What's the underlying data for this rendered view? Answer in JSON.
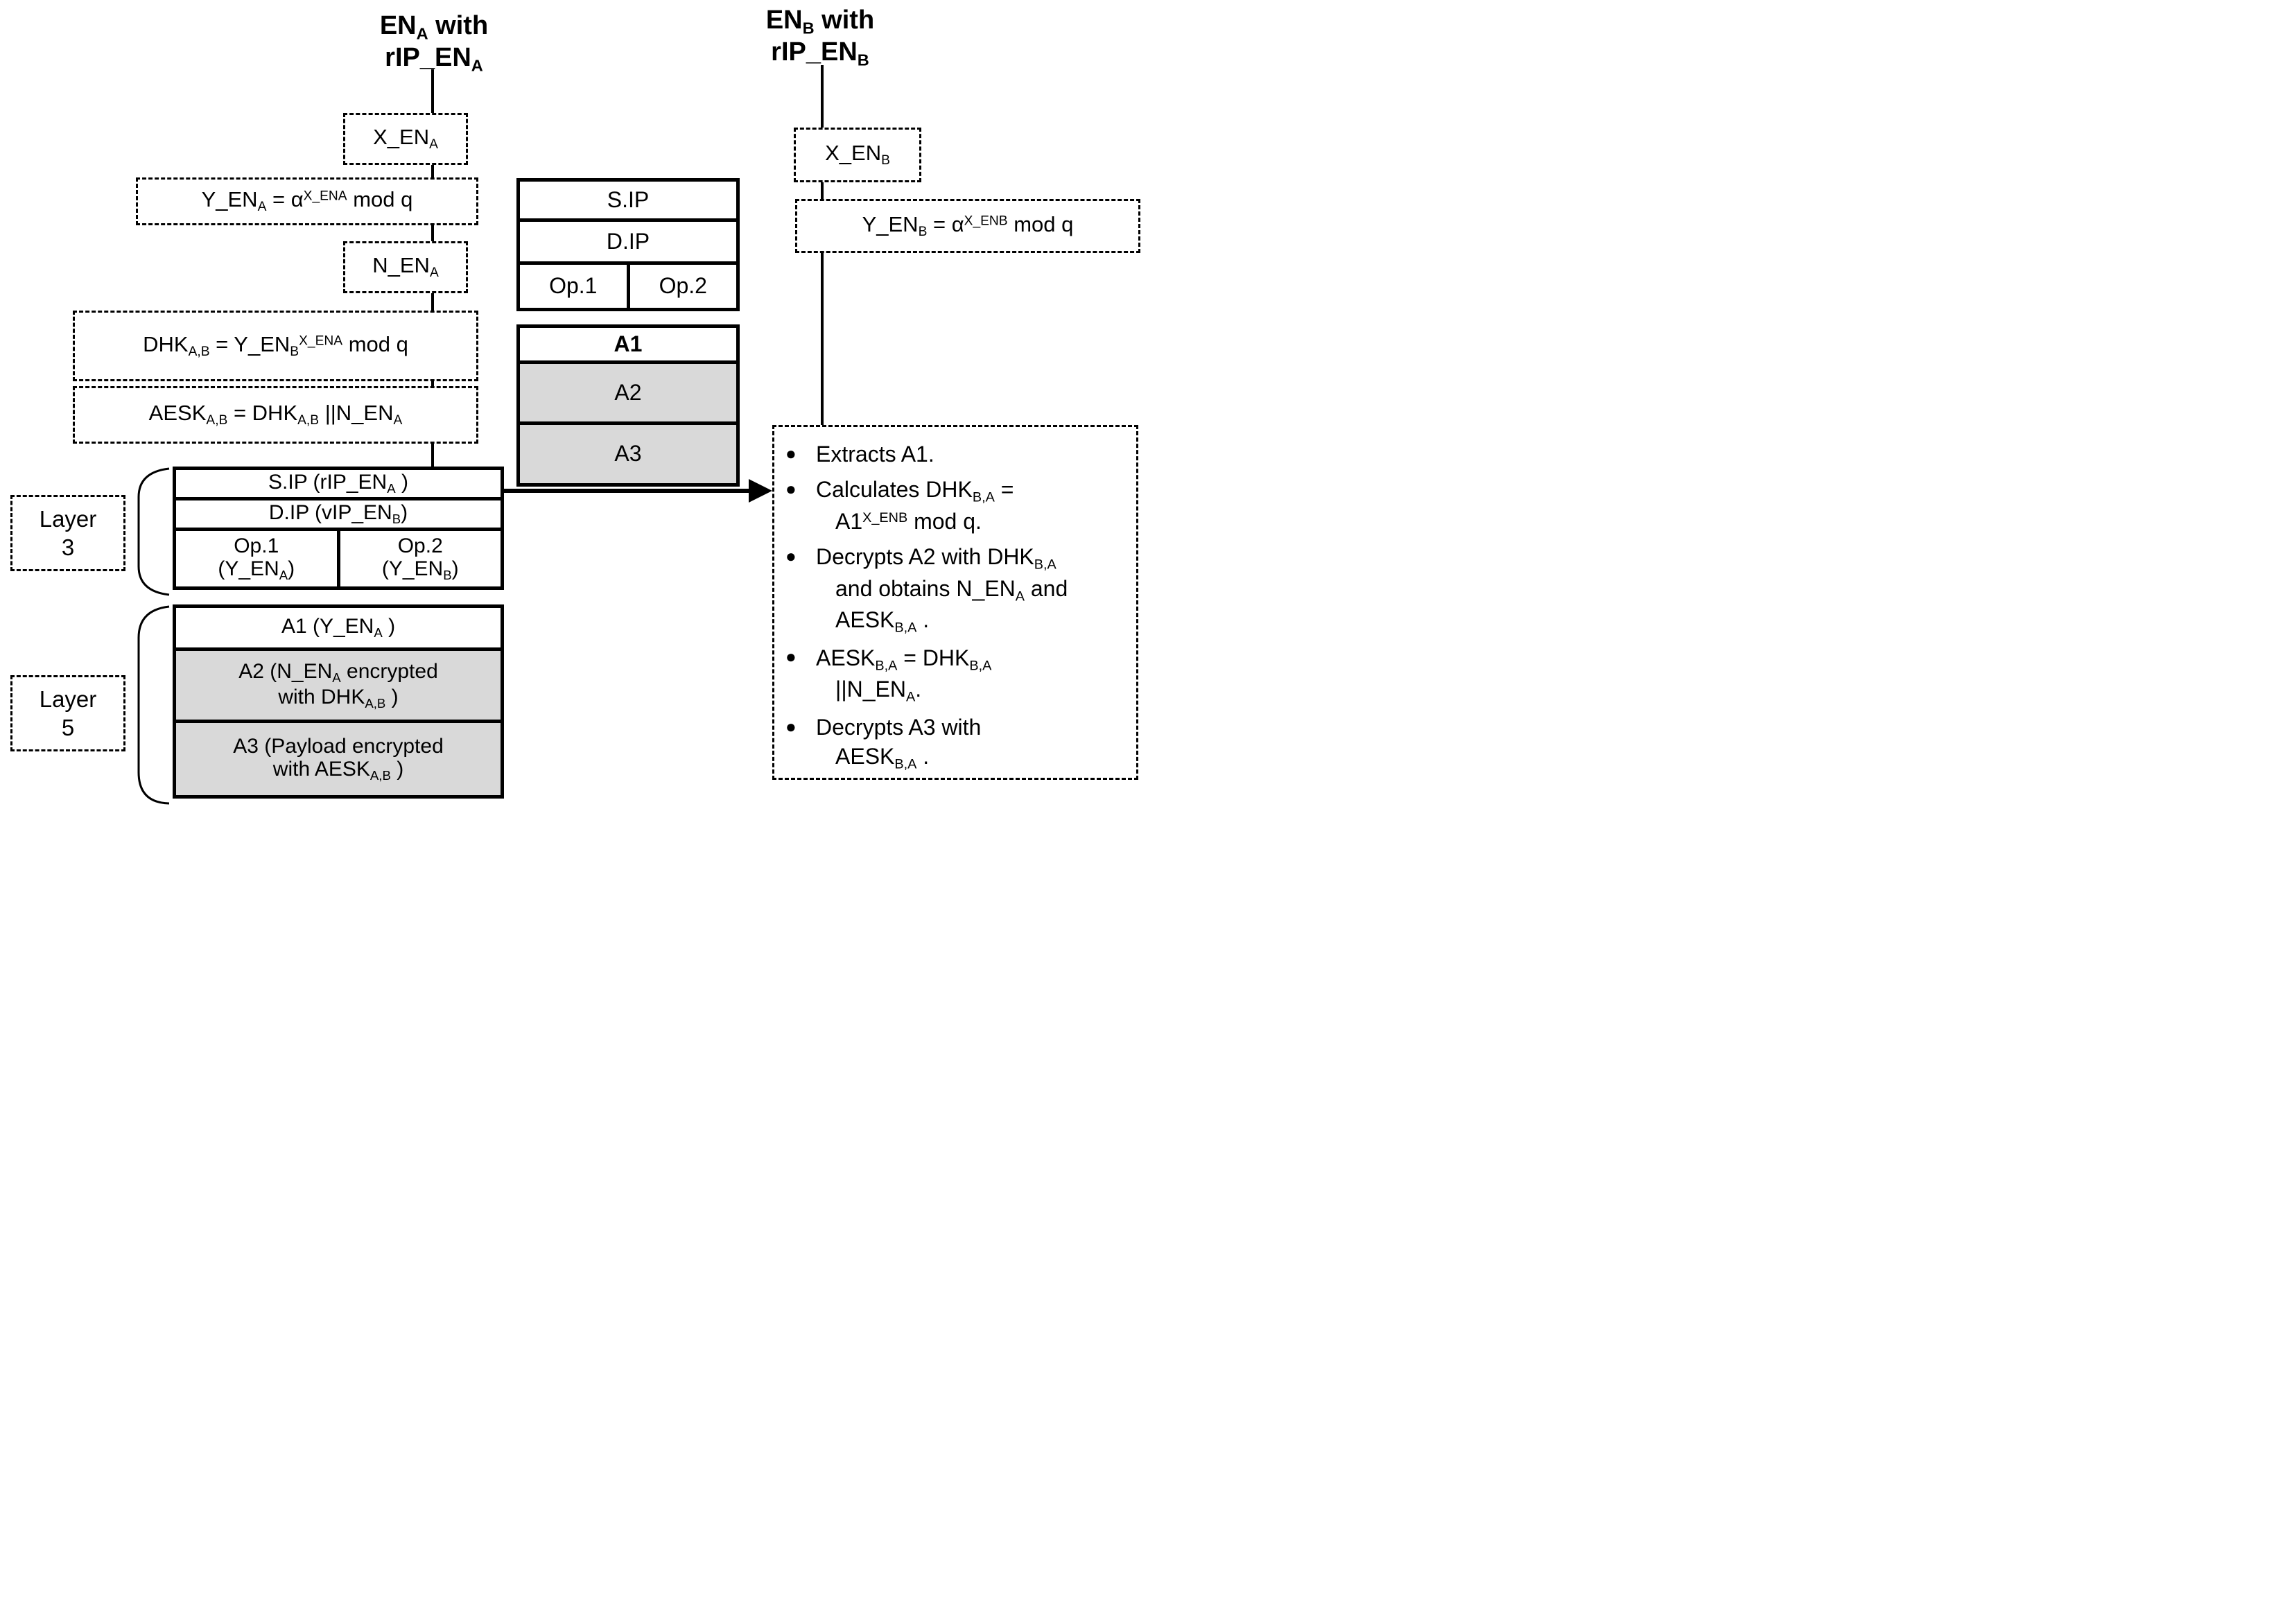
{
  "colors": {
    "gray_fill": "#d9d9d9",
    "ink": "#000000",
    "background": "#ffffff"
  },
  "en_a": {
    "title": "EN_{A} with\nrIP_EN_{A}",
    "boxes": {
      "x": "X_EN_{A}",
      "y": "Y_EN_{A} = α^{X_ENA} mod q",
      "n": "N_EN_{A}",
      "dhk": "DHK_{A,B} = Y_EN_{B}^{X_ENA} mod q",
      "aesk": "AESK_{A,B} = DHK_{A,B} ||N_EN_{A}"
    }
  },
  "en_b": {
    "title": "EN_{B} with\nrIP_EN_{B}",
    "boxes": {
      "x": "X_EN_{B}",
      "y": "Y_EN_{B} = α^{X_ENB} mod q"
    },
    "bullet_glyph": "●",
    "steps": [
      "Extracts  A1.",
      "Calculates   DHK_{B,A} =\nA1^{X_ENB}  mod q.",
      "Decrypts A2 with DHK_{B,A}\nand obtains N_EN_{A} and\nAESK_{B,A} .",
      "AESK_{B,A} = DHK_{B,A}\n||N_EN_{A}.",
      "Decrypts A3 with\nAESK_{B,A} ."
    ]
  },
  "packet": {
    "sip": "S.IP",
    "dip": "D.IP",
    "op1": "Op.1",
    "op2": "Op.2",
    "a1": "A1",
    "a2": "A2",
    "a3": "A3"
  },
  "layer3": {
    "label": "Layer\n3",
    "sip": "S.IP (rIP_EN_{A} )",
    "dip": "D.IP (vIP_EN_{B})",
    "op1": "Op.1\n(Y_EN_{A})",
    "op2": "Op.2\n(Y_EN_{B})"
  },
  "layer5": {
    "label": "Layer\n5",
    "a1": "A1 (Y_EN_{A} )",
    "a2": "A2 (N_EN_{A}  encrypted\nwith  DHK_{A,B} )",
    "a3": "A3 (Payload encrypted\nwith AESK_{A,B} )"
  }
}
